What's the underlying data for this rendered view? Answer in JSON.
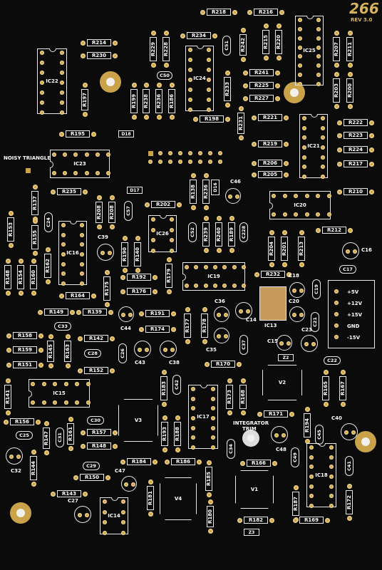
{
  "board": {
    "title": "266",
    "revision": "REV 3.0",
    "colors": {
      "board": "#0b0b0b",
      "silkscreen": "#e8e8e8",
      "pad": "#c9a24a",
      "title": "#d7b45c"
    }
  },
  "labels": {
    "noisy_triangle": "NOISY TRIANGLE",
    "integrator_trim_1": "INTEGRATOR",
    "integrator_trim_2": "TRIM"
  },
  "power": [
    "+5V",
    "+12V",
    "+15V",
    "GND",
    "-15V"
  ],
  "resistors": [
    "R218",
    "R216",
    "R214",
    "R230",
    "R229",
    "R228",
    "R234",
    "R242",
    "R215",
    "R220",
    "R207",
    "R211",
    "R197",
    "R199",
    "R238",
    "R236",
    "R186",
    "R233",
    "R241",
    "R225",
    "R227",
    "R203",
    "R200",
    "R198",
    "R221",
    "R222",
    "R223",
    "R224",
    "R217",
    "R195",
    "R219",
    "R206",
    "R205",
    "R231",
    "R235",
    "R137",
    "R138",
    "R236b",
    "R210",
    "R208",
    "R208b",
    "R202",
    "R153",
    "R155",
    "R239",
    "R240",
    "R189",
    "R212",
    "R204",
    "R201",
    "R213",
    "R162",
    "R148",
    "R154",
    "R160",
    "R175",
    "R190",
    "R140",
    "R192",
    "R176",
    "R179",
    "R232",
    "R164",
    "R149",
    "R139",
    "R191",
    "R174",
    "R177",
    "R178",
    "R158",
    "R159",
    "R151",
    "R145",
    "R163",
    "R142",
    "R152",
    "R170",
    "R141",
    "R183",
    "R173",
    "R168",
    "R165",
    "R167",
    "R156",
    "R147",
    "R161",
    "R157",
    "R148b",
    "R193",
    "R188",
    "R171",
    "R194",
    "R144",
    "R150",
    "R184",
    "R186b",
    "R185",
    "R166",
    "R143",
    "R181",
    "R180",
    "R182",
    "R187",
    "R172",
    "R169"
  ],
  "ics": [
    "IC22",
    "IC24",
    "IC25",
    "IC21",
    "IC23",
    "IC20",
    "IC26",
    "IC16",
    "IC19",
    "IC15",
    "IC17",
    "IC18",
    "IC14",
    "IC13"
  ],
  "transistors": [
    "V3",
    "V2",
    "V4",
    "V1"
  ],
  "capacitors": [
    "C51",
    "C50",
    "C46",
    "C57",
    "C24",
    "C52",
    "C228",
    "C39",
    "C16",
    "C17",
    "C18",
    "C19",
    "C20",
    "C21",
    "C36",
    "C14",
    "C44",
    "C33",
    "C35",
    "C37",
    "C15",
    "C23",
    "C28",
    "C26",
    "C43",
    "C38",
    "C22",
    "C42",
    "C30",
    "C25",
    "C31",
    "C32",
    "C29",
    "C47",
    "C34",
    "C48",
    "C45",
    "C40",
    "C49",
    "C41",
    "C27"
  ],
  "diodes": [
    "D18",
    "D17",
    "D16",
    "Z2",
    "Z3"
  ]
}
